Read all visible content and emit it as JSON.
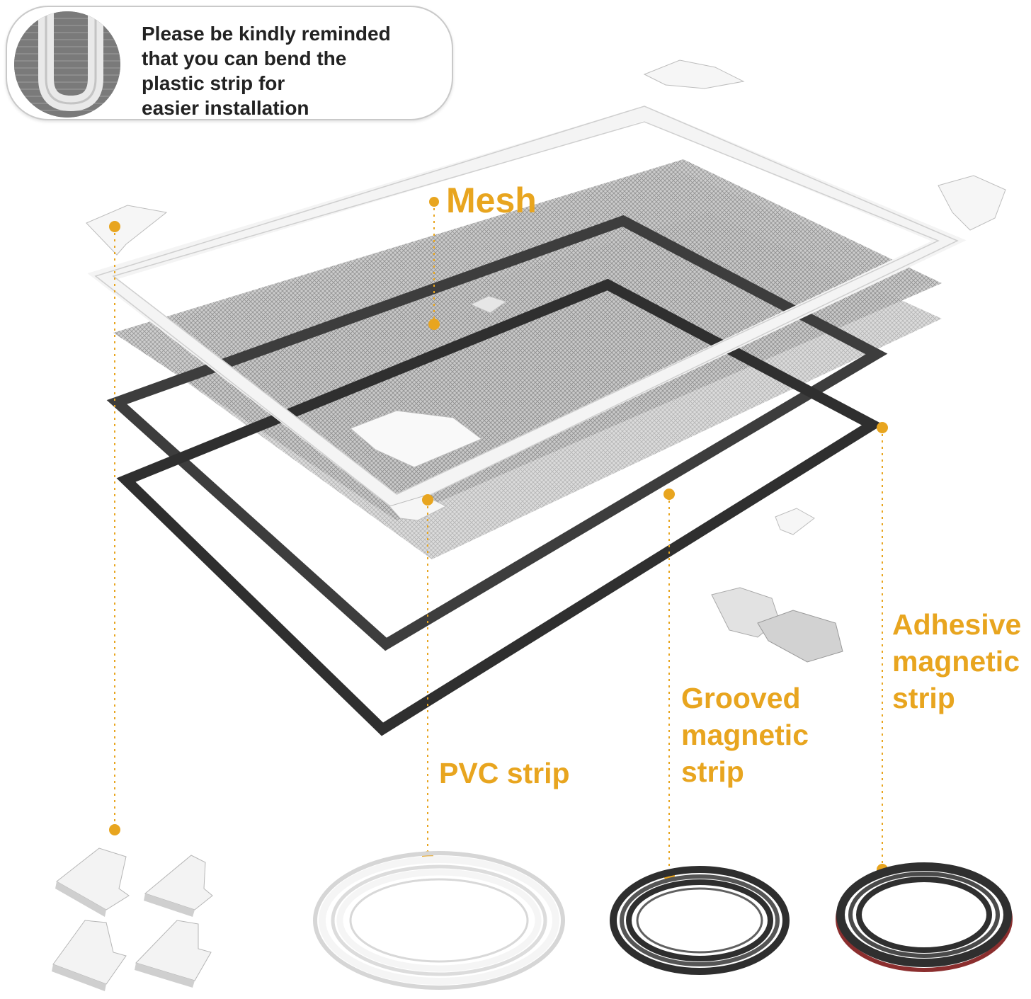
{
  "note": {
    "text": "Please be kindly reminded\nthat you can bend the\nplastic strip for\neasier installation"
  },
  "labels": {
    "mesh": "Mesh",
    "pvc_strip": "PVC strip",
    "grooved_strip": "Grooved\nmagnetic\nstrip",
    "adhesive_strip": "Adhesive\nmagnetic\nstrip"
  },
  "colors": {
    "accent": "#e8a51f",
    "magnetic_strip": "#3a3a3a",
    "mesh": "#9a9a9a",
    "pvc": "#f4f4f4",
    "adhesive_backing": "#8b2e2e"
  },
  "icons": {
    "corner_piece": "corner-connector-icon",
    "clip": "clip-icon",
    "pvc_roll": "pvc-roll-icon",
    "grooved_roll": "grooved-magnetic-roll-icon",
    "adhesive_roll": "adhesive-magnetic-roll-icon"
  }
}
